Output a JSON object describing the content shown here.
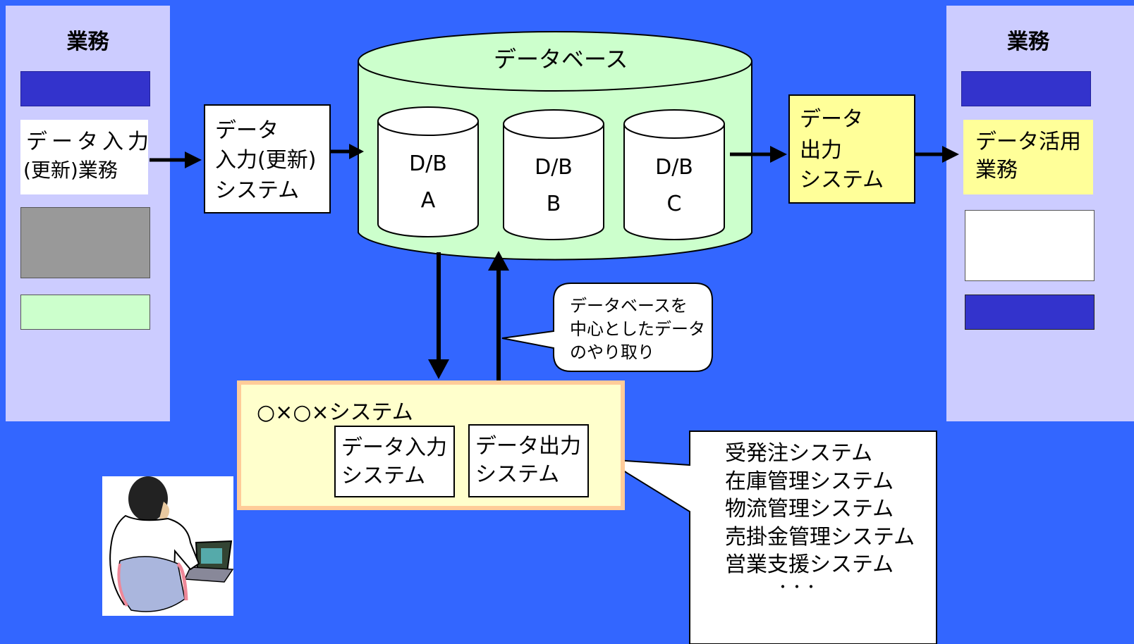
{
  "left_panel": {
    "title": "業務",
    "input_block_line1": "データ入力",
    "input_block_line2": "(更新)業務"
  },
  "right_panel": {
    "title": "業務",
    "use_block_line1": "データ活用",
    "use_block_line2": "業務"
  },
  "input_system": {
    "line1": "データ",
    "line2": "入力(更新)",
    "line3": "システム"
  },
  "database": {
    "title": "データベース",
    "dbs": [
      {
        "line1": "D/B",
        "line2": "A"
      },
      {
        "line1": "D/B",
        "line2": "B"
      },
      {
        "line1": "D/B",
        "line2": "C"
      }
    ]
  },
  "output_system": {
    "line1": "データ",
    "line2": "出力",
    "line3": "システム"
  },
  "callout_center": {
    "line1": "データベースを",
    "line2": "中心としたデータ",
    "line3": "のやり取り"
  },
  "ox_system": {
    "title": "○×○×システム",
    "sub_input_line1": "データ入力",
    "sub_input_line2": "システム",
    "sub_output_line1": "データ出力",
    "sub_output_line2": "システム"
  },
  "systems_list": {
    "items": [
      "受発注システム",
      "在庫管理システム",
      "物流管理システム",
      "売掛金管理システム",
      "営業支援システム"
    ],
    "ellipsis": "・・・"
  },
  "colors": {
    "background": "#3366ff",
    "panel": "#ccccff",
    "db_green": "#ccffcc",
    "yellow": "#ffff99",
    "dark_blue": "#3333cc"
  }
}
